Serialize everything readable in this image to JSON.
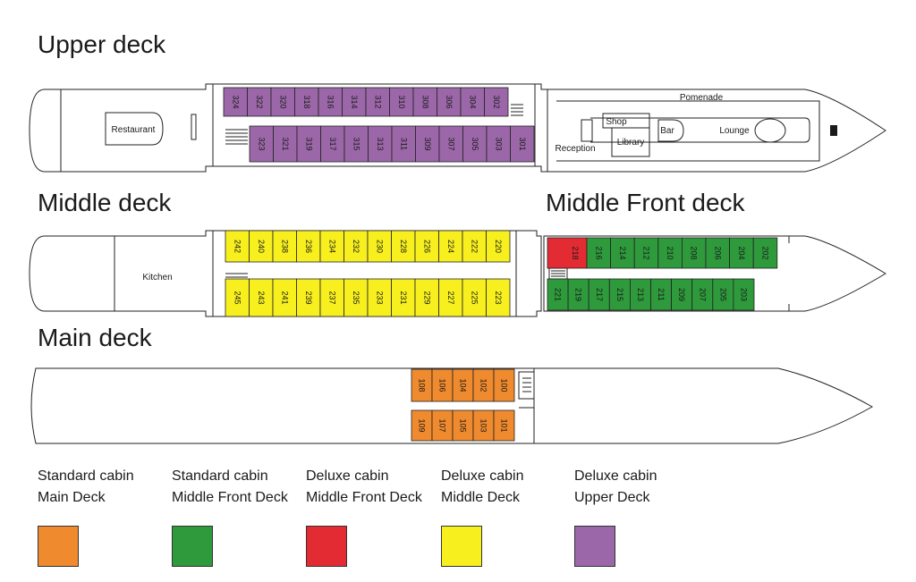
{
  "decks": {
    "upper": "Upper deck",
    "middle": "Middle deck",
    "middle_front": "Middle Front deck",
    "main": "Main deck"
  },
  "rooms": {
    "restaurant": "Restaurant",
    "pomenade": "Pomenade",
    "shop": "Shop",
    "library": "Library",
    "bar": "Bar",
    "lounge": "Lounge",
    "reception": "Reception",
    "kitchen": "Kitchen"
  },
  "colors": {
    "orange": "#ef8a2e",
    "green": "#2e9a3c",
    "red": "#e22b33",
    "yellow": "#f7ef1e",
    "purple": "#9b67a8"
  },
  "cabins": {
    "upper_top": [
      "324",
      "322",
      "320",
      "318",
      "316",
      "314",
      "312",
      "310",
      "308",
      "306",
      "304",
      "302"
    ],
    "upper_bottom": [
      "323",
      "321",
      "319",
      "317",
      "315",
      "313",
      "311",
      "309",
      "307",
      "305",
      "303",
      "301"
    ],
    "middle_top": [
      "242",
      "240",
      "238",
      "236",
      "234",
      "232",
      "230",
      "228",
      "226",
      "224",
      "222",
      "220"
    ],
    "middle_bottom": [
      "245",
      "243",
      "241",
      "239",
      "237",
      "235",
      "233",
      "231",
      "229",
      "227",
      "225",
      "223"
    ],
    "front_top": [
      "218",
      "216",
      "214",
      "212",
      "210",
      "208",
      "206",
      "204",
      "202"
    ],
    "front_bottom": [
      "221",
      "219",
      "217",
      "215",
      "213",
      "211",
      "209",
      "207",
      "205",
      "203"
    ],
    "main_top": [
      "108",
      "106",
      "104",
      "102",
      "100"
    ],
    "main_bottom": [
      "109",
      "107",
      "105",
      "103",
      "101"
    ]
  },
  "legend": [
    {
      "line1": "Standard cabin",
      "line2": "Main Deck",
      "color": "#ef8a2e"
    },
    {
      "line1": "Standard cabin",
      "line2": "Middle Front Deck",
      "color": "#2e9a3c"
    },
    {
      "line1": "Deluxe cabin",
      "line2": "Middle Front Deck",
      "color": "#e22b33"
    },
    {
      "line1": "Deluxe cabin",
      "line2": "Middle Deck",
      "color": "#f7ef1e"
    },
    {
      "line1": "Deluxe cabin",
      "line2": "Upper Deck",
      "color": "#9b67a8"
    }
  ]
}
